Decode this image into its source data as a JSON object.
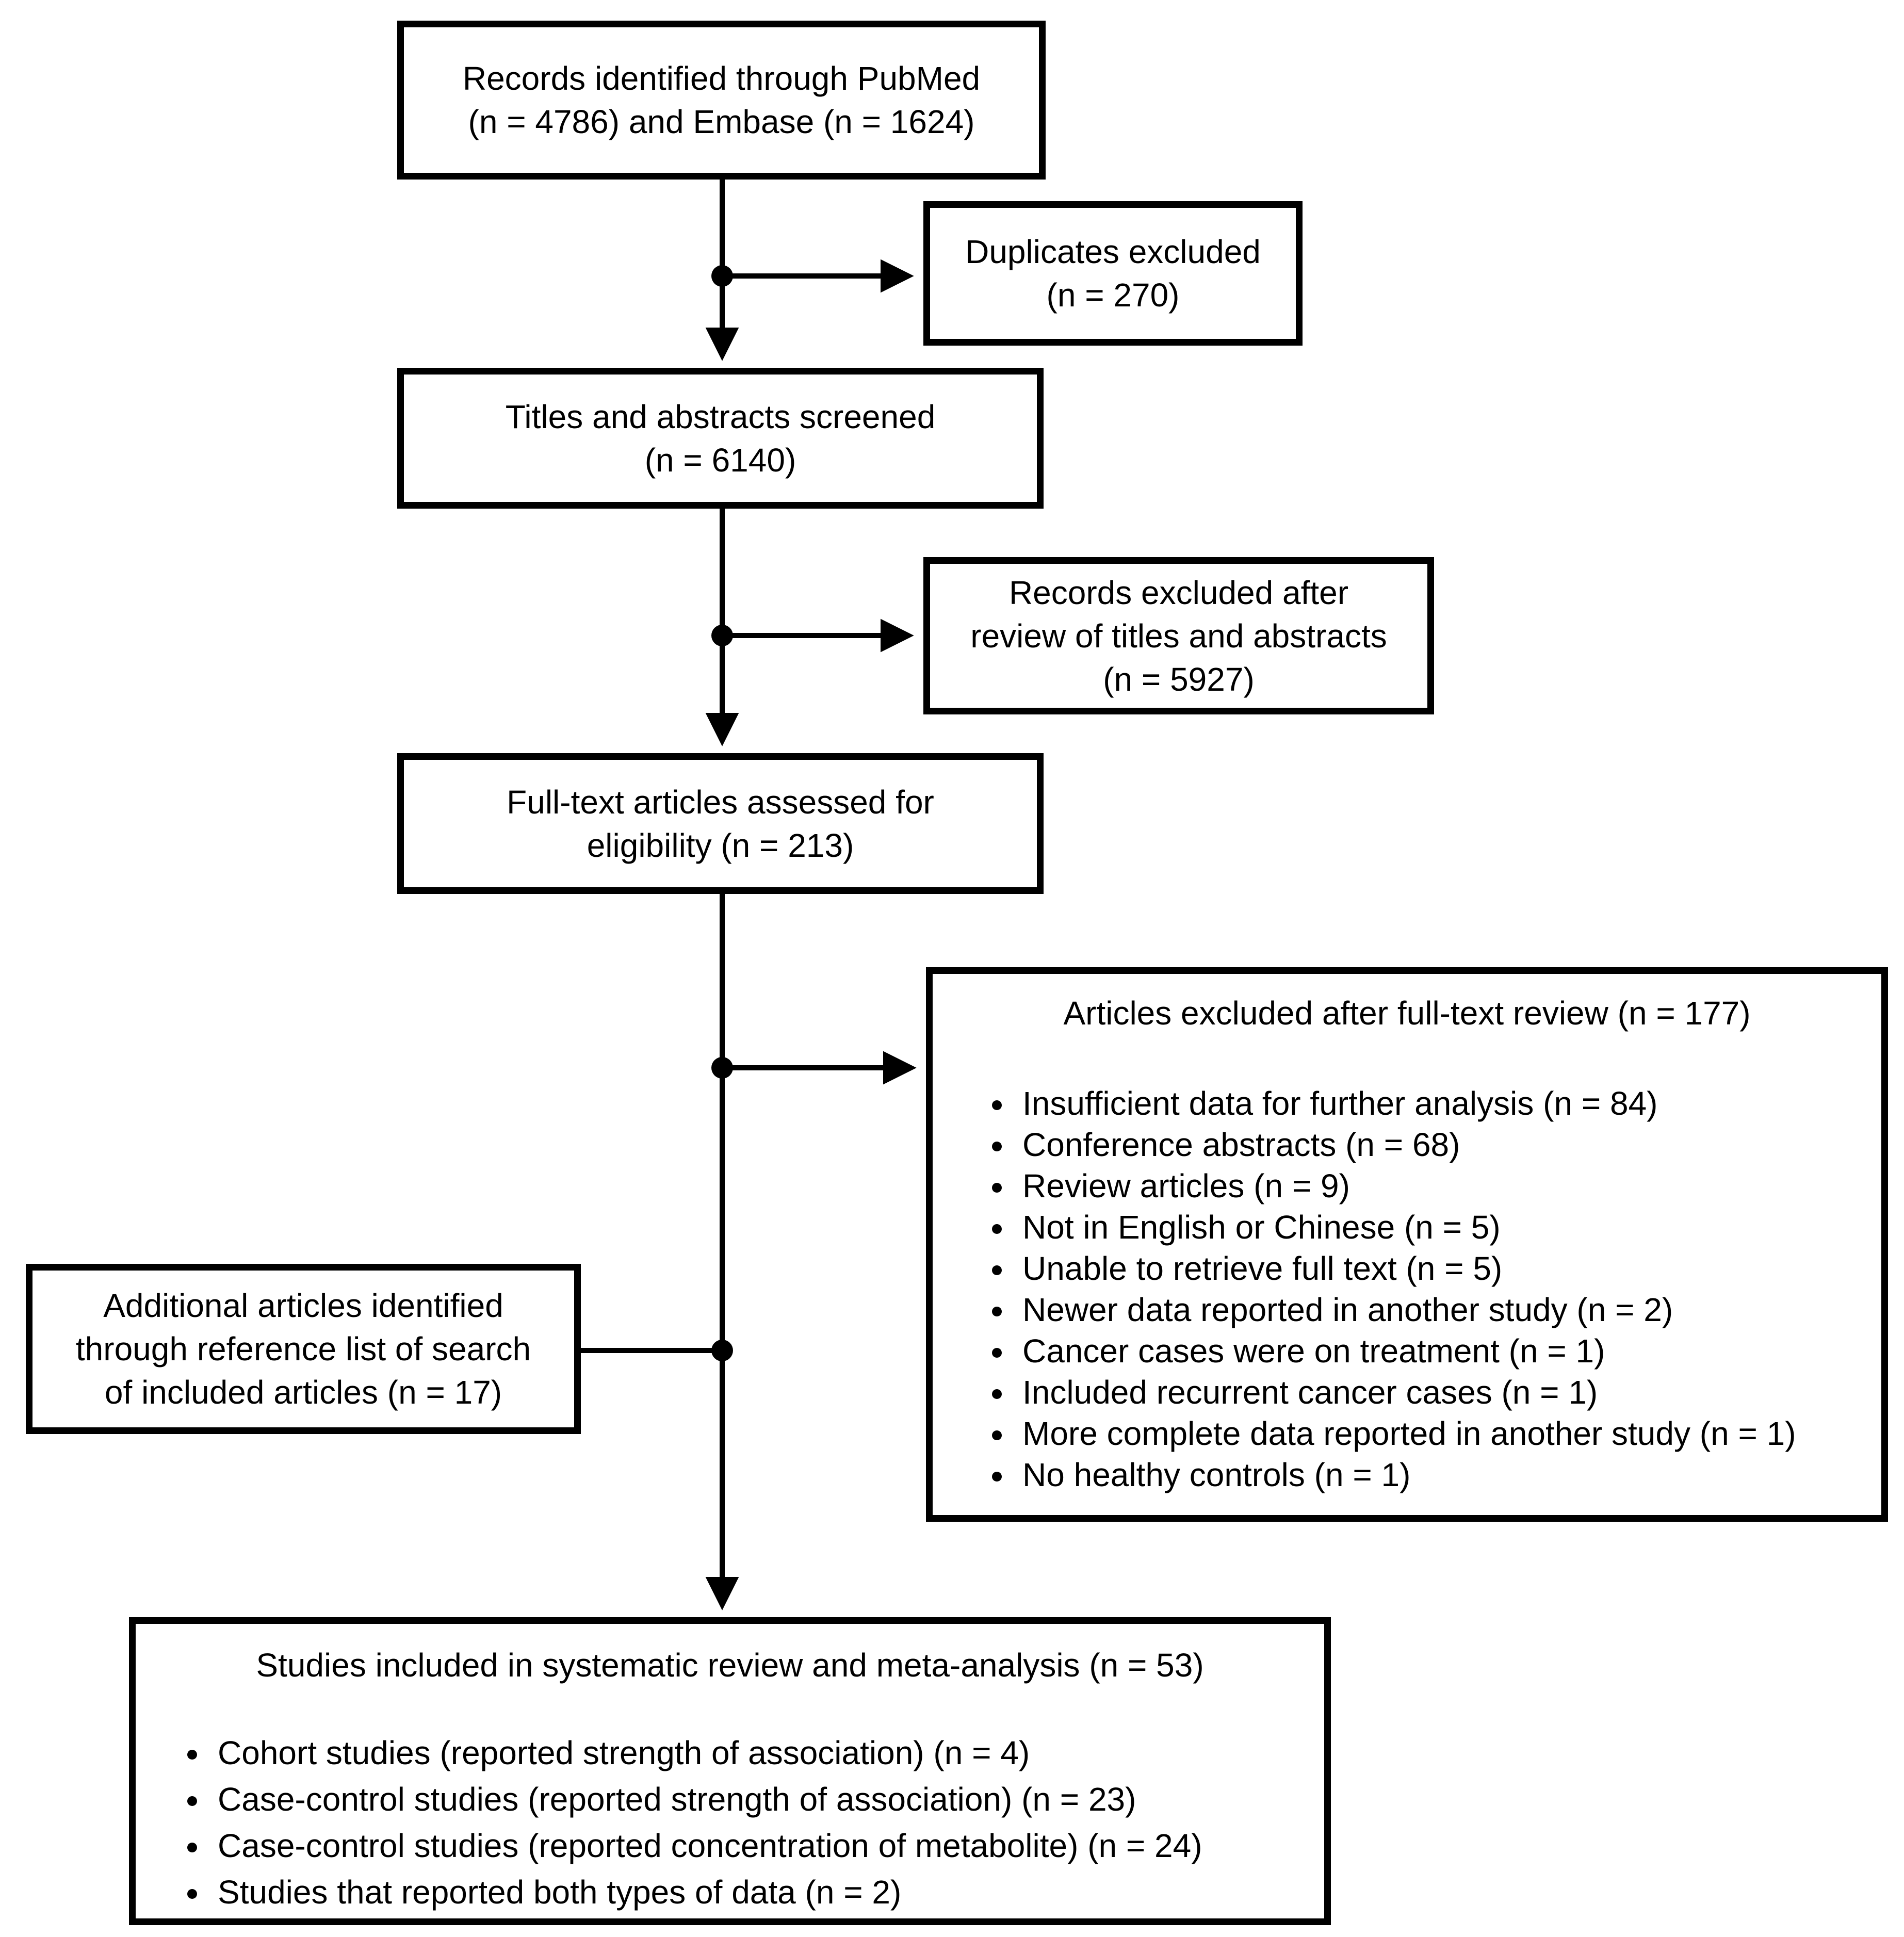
{
  "diagram": {
    "type": "prisma-flowchart",
    "colors": {
      "background": "#ffffff",
      "stroke": "#000000",
      "text": "#000000"
    },
    "boxes": {
      "records_identified": {
        "lines": [
          "Records identified through PubMed",
          "(n = 4786) and Embase (n = 1624)"
        ]
      },
      "duplicates_excluded": {
        "lines": [
          "Duplicates excluded",
          "(n = 270)"
        ]
      },
      "titles_screened": {
        "lines": [
          "Titles and abstracts screened",
          "(n = 6140)"
        ]
      },
      "records_excluded": {
        "lines": [
          "Records excluded after",
          "review of titles and abstracts",
          "(n = 5927)"
        ]
      },
      "fulltext_assessed": {
        "lines": [
          "Full-text articles assessed for",
          "eligibility (n = 213)"
        ]
      },
      "articles_excluded": {
        "title": "Articles excluded after full-text review (n = 177)",
        "items": [
          "Insufficient data for further analysis (n = 84)",
          "Conference abstracts (n = 68)",
          "Review articles (n = 9)",
          "Not in English or Chinese (n = 5)",
          "Unable to retrieve full text (n = 5)",
          "Newer data reported in another study (n = 2)",
          "Cancer cases were on treatment (n = 1)",
          "Included recurrent cancer cases (n = 1)",
          "More complete data reported in another study (n = 1)",
          "No healthy controls (n = 1)"
        ]
      },
      "additional_articles": {
        "lines": [
          "Additional articles identified",
          "through reference list of search",
          "of included articles (n = 17)"
        ]
      },
      "studies_included": {
        "title": "Studies included in systematic review and meta-analysis (n = 53)",
        "items": [
          "Cohort studies (reported strength of association) (n = 4)",
          "Case-control studies (reported strength of association) (n = 23)",
          "Case-control studies (reported concentration of metabolite) (n = 24)",
          "Studies that reported both types of data (n = 2)"
        ]
      }
    }
  }
}
